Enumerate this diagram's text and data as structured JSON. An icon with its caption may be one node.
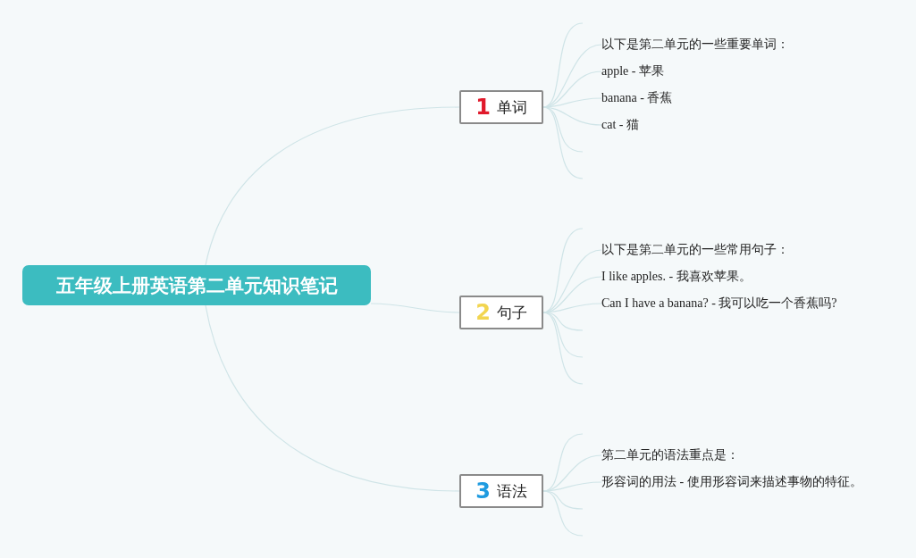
{
  "diagram": {
    "nodes": [
      {
        "text": [
          "五年级上册英语第二单元知识笔记"
        ]
      },
      {
        "text": [
          "1",
          "单词"
        ]
      },
      {
        "text": [
          "以下是第二单元的一些重要单词："
        ]
      },
      {
        "text": [
          "apple - 苹果"
        ]
      },
      {
        "text": [
          "banana - 香蕉"
        ]
      },
      {
        "text": [
          "cat - 猫"
        ]
      },
      {
        "text": [
          "2",
          "句子"
        ]
      },
      {
        "text": [
          "以下是第二单元的一些常用句子："
        ]
      },
      {
        "text": [
          "I like apples. - 我喜欢苹果。"
        ]
      },
      {
        "text": [
          "Can I have a banana? - 我可以吃一个香蕉吗?"
        ]
      },
      {
        "text": [
          "3",
          "语法"
        ]
      },
      {
        "text": [
          "第二单元的语法重点是："
        ]
      },
      {
        "text": [
          "形容词的用法 - 使用形容词来描述事物的特征。"
        ]
      }
    ],
    "edges": [
      {
        "from": 0,
        "to": 1,
        "arrow": "none"
      },
      {
        "from": 0,
        "to": 6,
        "arrow": "none"
      },
      {
        "from": 0,
        "to": 10,
        "arrow": "none"
      },
      {
        "from": 1,
        "to": null,
        "arrow": "none"
      },
      {
        "from": 1,
        "to": 2,
        "arrow": "none"
      },
      {
        "from": 1,
        "to": 3,
        "arrow": "none"
      },
      {
        "from": 1,
        "to": 4,
        "arrow": "none"
      },
      {
        "from": 1,
        "to": 5,
        "arrow": "none"
      },
      {
        "from": 1,
        "to": null,
        "arrow": "none"
      },
      {
        "from": 1,
        "to": null,
        "arrow": "none"
      },
      {
        "from": 6,
        "to": null,
        "arrow": "none"
      },
      {
        "from": 6,
        "to": 7,
        "arrow": "none"
      },
      {
        "from": 6,
        "to": 8,
        "arrow": "none"
      },
      {
        "from": 6,
        "to": 9,
        "arrow": "none"
      },
      {
        "from": 6,
        "to": null,
        "arrow": "none"
      },
      {
        "from": 6,
        "to": null,
        "arrow": "none"
      },
      {
        "from": 6,
        "to": null,
        "arrow": "none"
      },
      {
        "from": 10,
        "to": null,
        "arrow": "none"
      },
      {
        "from": 10,
        "to": 11,
        "arrow": "none"
      },
      {
        "from": 10,
        "to": 12,
        "arrow": "none"
      },
      {
        "from": 10,
        "to": null,
        "arrow": "none"
      },
      {
        "from": 10,
        "to": null,
        "arrow": "none"
      }
    ]
  }
}
